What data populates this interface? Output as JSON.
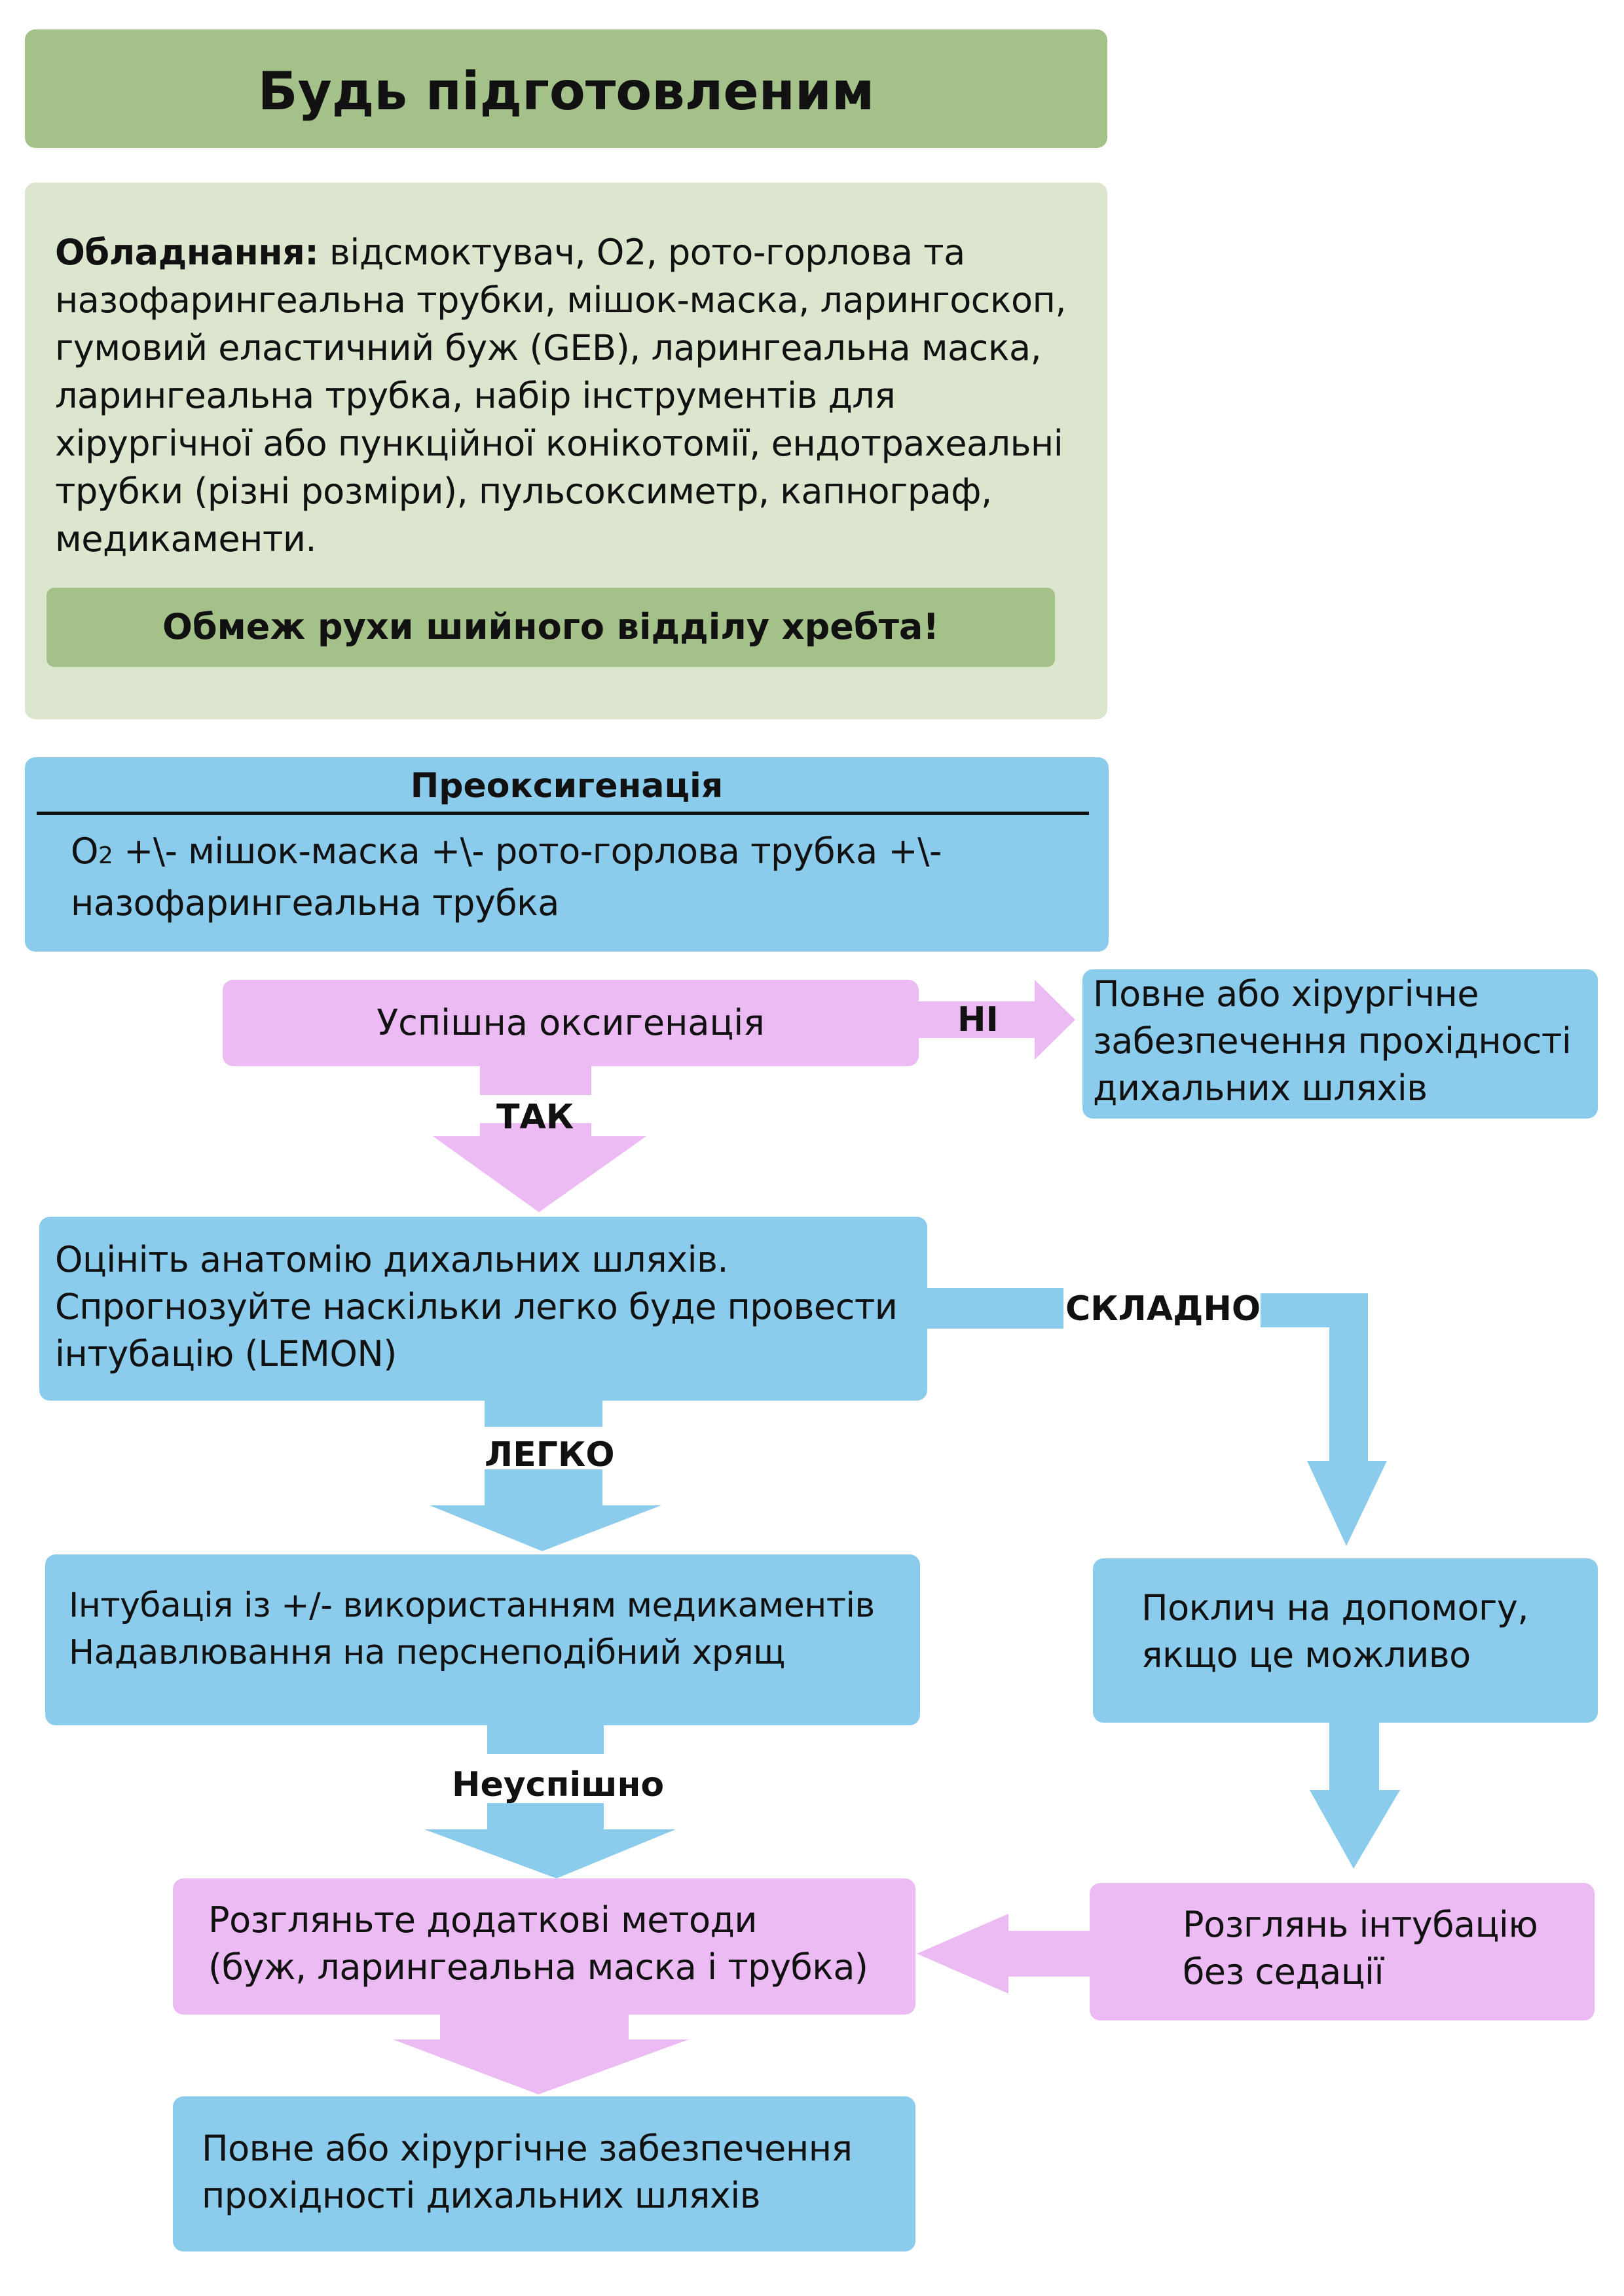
{
  "title": "Будь підготовленим",
  "equipment": {
    "label": "Обладнання:",
    "text": "відсмоктувач, О2, рото-горлова та назофарингеальна трубки, мішок-маска, ларингоскоп, гумовий еластичний буж (GEB), ларингеальна маска, ларингеальна трубка, набір інструментів для хірургічної або пункційної конікотомії, ендотрахеальні трубки (різні розміри), пульсоксиметр, капнограф, медикаменти.",
    "warning": "Обмеж рухи шийного відділу хребта!"
  },
  "preoxygenation": {
    "heading": "Преоксигенація",
    "o2": "O",
    "o2_sub": "2",
    "text": " +\\- мішок-маска +\\- рото-горлова трубка +\\- назофарингеальна трубка"
  },
  "nodes": {
    "oxygenation": "Успішна оксигенація",
    "surgical_airway_top": "Повне або хірургічне забезпечення прохідності дихальних шляхів",
    "assess": "Оцініть анатомію дихальних шляхів. Спрогнозуйте наскільки легко буде провести інтубацію (LEMON)",
    "intubation_line1": "Інтубація із +/- використанням медикаментів",
    "intubation_line2": "Надавлювання на перснеподібний хрящ",
    "call_help": "Поклич на допомогу, якщо це можливо",
    "alt_methods_line1": "Розгляньте додаткові методи",
    "alt_methods_line2": "(буж, ларингеальна маска і трубка)",
    "awake_intubation": "Розглянь інтубацію без седації",
    "surgical_airway_bottom": "Повне або хірургічне забезпечення прохідності дихальних шляхів"
  },
  "edges": {
    "no": "НІ",
    "yes": "ТАК",
    "difficult": "СКЛАДНО",
    "easy": "ЛЕГКО",
    "failed": "Неуспішно"
  },
  "colors": {
    "green_dark": "#a4c18a",
    "green_light": "#dce6cf",
    "blue": "#8bcbec",
    "pink": "#ecbbf3"
  }
}
